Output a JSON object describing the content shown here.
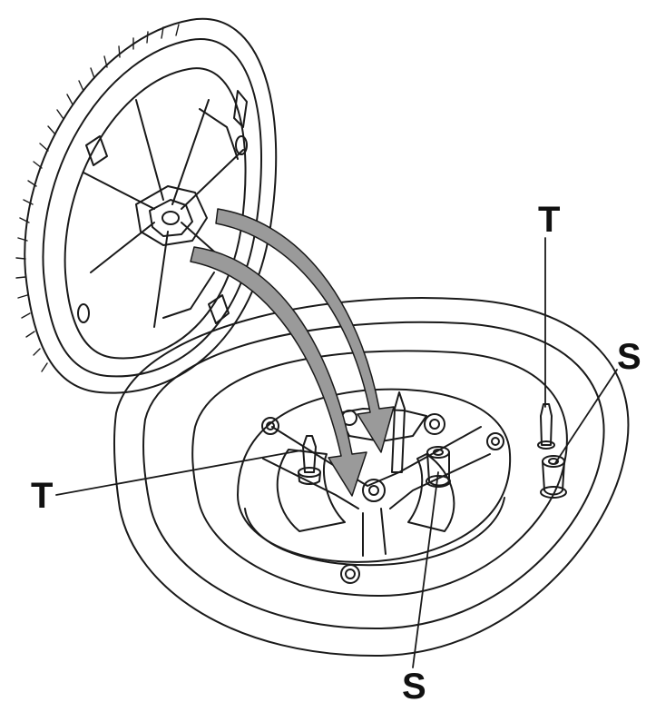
{
  "callouts": {
    "t_left": "T",
    "t_right": "T",
    "s_right": "S",
    "s_bottom": "S"
  },
  "colors": {
    "line": "#1a1a1a",
    "arrow_fill": "#9a9a9a",
    "background": "#ffffff"
  }
}
